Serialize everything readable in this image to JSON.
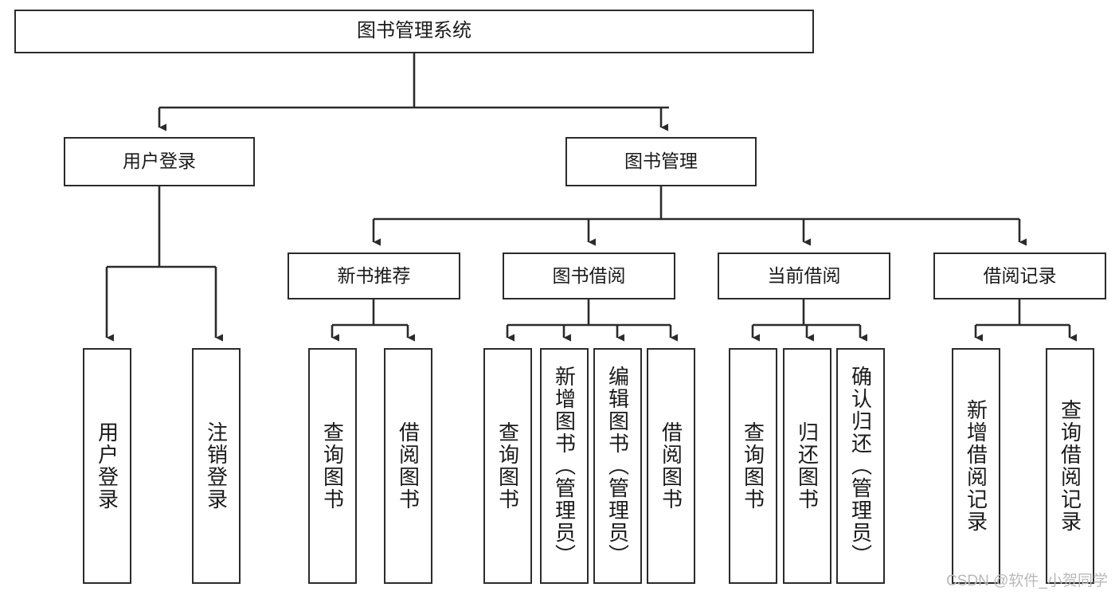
{
  "diagram": {
    "type": "tree-hierarchy-chart",
    "title": "图书管理系统",
    "colors": {
      "box_border": "#2b2b2b",
      "box_fill": "#ffffff",
      "line": "#2b2b2b",
      "text": "#1a1a1a",
      "watermark": "#b9b9b9",
      "background": "#ffffff"
    },
    "root": {
      "label": "图书管理系统"
    },
    "level2": [
      {
        "id": "user-login",
        "label": "用户登录"
      },
      {
        "id": "book-management",
        "label": "图书管理"
      }
    ],
    "level3": [
      {
        "id": "new-book-recommend",
        "label": "新书推荐",
        "parent": "book-management"
      },
      {
        "id": "book-borrow",
        "label": "图书借阅",
        "parent": "book-management"
      },
      {
        "id": "current-borrow",
        "label": "当前借阅",
        "parent": "book-management"
      },
      {
        "id": "borrow-record",
        "label": "借阅记录",
        "parent": "book-management"
      }
    ],
    "leaves": [
      {
        "id": "leaf-user-login",
        "label": "用户登录",
        "parent": "user-login"
      },
      {
        "id": "leaf-logout-login",
        "label": "注销登录",
        "parent": "user-login"
      },
      {
        "id": "leaf-query-book-1",
        "label": "查询图书",
        "parent": "new-book-recommend"
      },
      {
        "id": "leaf-borrow-book-1",
        "label": "借阅图书",
        "parent": "new-book-recommend"
      },
      {
        "id": "leaf-query-book-2",
        "label": "查询图书",
        "parent": "book-borrow"
      },
      {
        "id": "leaf-add-book",
        "label": "新增图书（管理员）",
        "parent": "book-borrow"
      },
      {
        "id": "leaf-edit-book",
        "label": "编辑图书（管理员）",
        "parent": "book-borrow"
      },
      {
        "id": "leaf-borrow-book-2",
        "label": "借阅图书",
        "parent": "book-borrow"
      },
      {
        "id": "leaf-query-book-3",
        "label": "查询图书",
        "parent": "current-borrow"
      },
      {
        "id": "leaf-return-book",
        "label": "归还图书",
        "parent": "current-borrow"
      },
      {
        "id": "leaf-confirm-return",
        "label": "确认归还（管理员）",
        "parent": "current-borrow"
      },
      {
        "id": "leaf-add-record",
        "label": "新增借阅记录",
        "parent": "borrow-record"
      },
      {
        "id": "leaf-query-record",
        "label": "查询借阅记录",
        "parent": "borrow-record"
      }
    ],
    "watermark": "CSDN @软件_小贺同学"
  }
}
